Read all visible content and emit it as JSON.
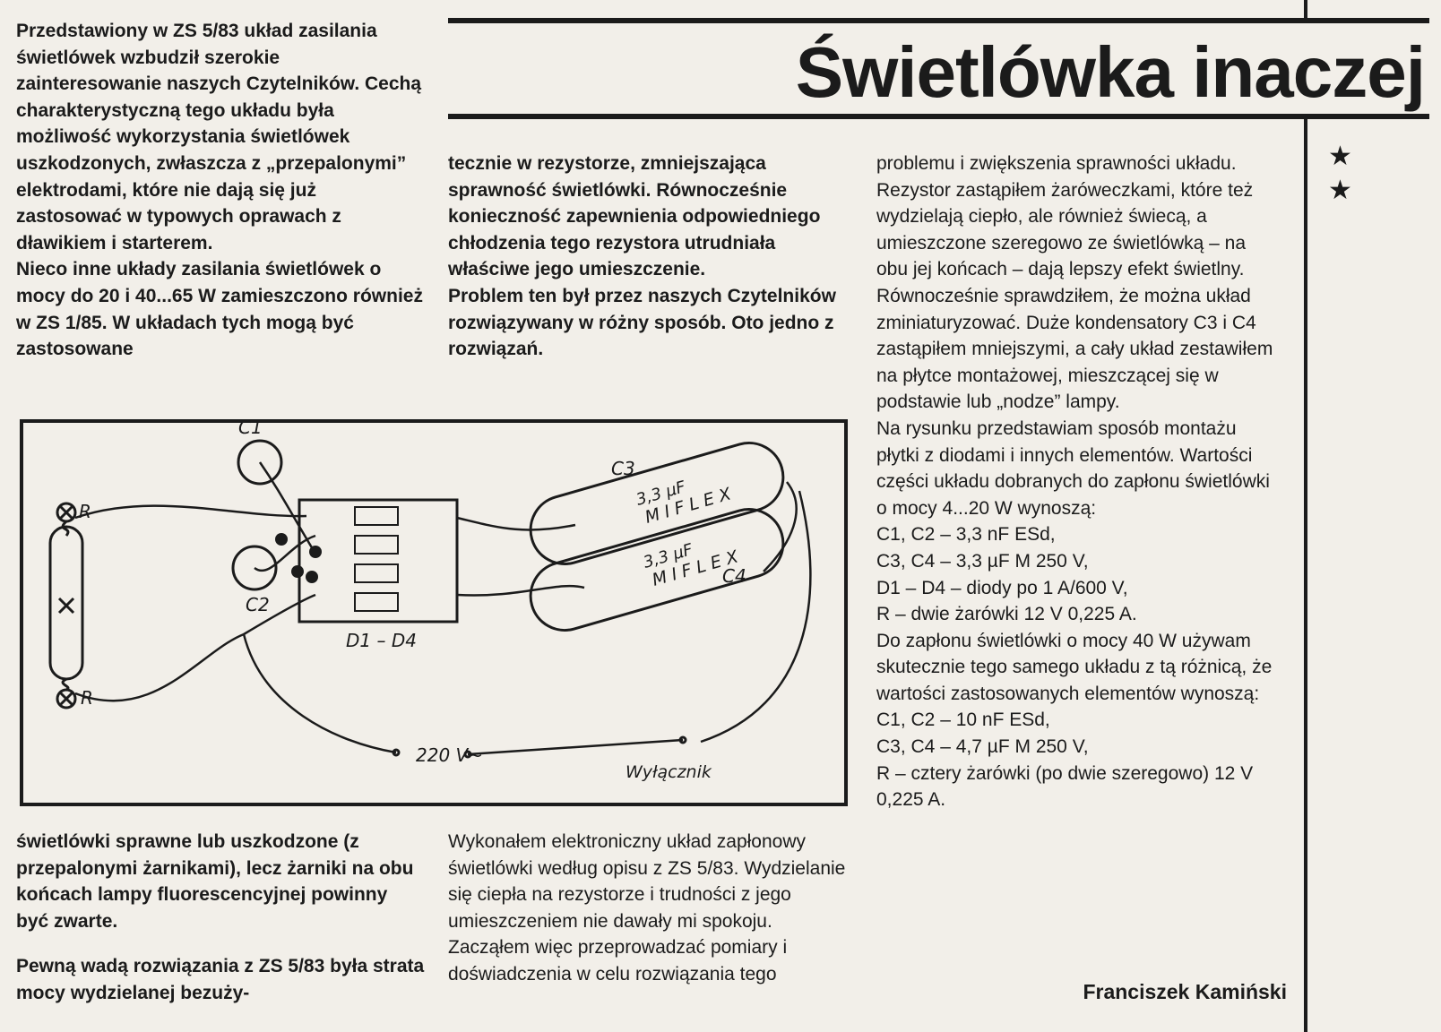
{
  "article": {
    "title": "Świetlówka inaczej",
    "author": "Franciszek Kamiński",
    "col1_top": "Przedstawiony w ZS 5/83 układ zasilania świetlówek wzbudził szerokie zainteresowanie naszych Czytelników. Cechą charakterystyczną tego układu była możliwość wykorzystania świetlówek uszkodzonych, zwłaszcza z „przepalonymi” elektrodami, które nie dają się już zastosować w typowych oprawach z dławikiem i starterem.\nNieco inne układy zasilania świetlówek o mocy do 20 i 40...65 W zamieszczono również w ZS 1/85. W układach tych mogą być zastosowane",
    "col2_top": "tecznie w rezystorze, zmniejszająca sprawność świetlówki. Równocześnie konieczność zapewnienia odpowiedniego chłodzenia tego rezystora utrudniała właściwe jego umieszczenie.\nProblem ten był przez naszych Czytelników rozwiązywany w różny sposób. Oto jedno z rozwiązań.",
    "col1_bottom_a": "świetlówki sprawne lub uszkodzone (z przepalonymi żarnikami), lecz żarniki na obu końcach lampy fluorescencyjnej powinny być zwarte.",
    "col1_bottom_b": "Pewną wadą rozwiązania z ZS 5/83 była strata mocy wydzielanej bezuży-",
    "col2_bottom": "Wykonałem elektroniczny układ zapłonowy świetlówki według opisu z ZS 5/83. Wydzielanie się ciepła na rezystorze i trudności z jego umieszczeniem nie dawały mi spokoju. Zacząłem więc przeprowadzać pomiary i doświadczenia w celu rozwiązania tego",
    "col3": "problemu i zwiększenia sprawności układu.\nRezystor zastąpiłem żaróweczkami, które też wydzielają ciepło, ale również świecą, a umieszczone szeregowo ze świetlówką – na obu jej końcach – dają lepszy efekt świetlny.\nRównocześnie sprawdziłem, że można układ zminiaturyzować. Duże kondensatory C3 i C4 zastąpiłem mniejszymi, a cały układ zestawiłem na płytce montażowej, mieszczącej się w podstawie lub „nodze” lampy.\nNa rysunku przedstawiam sposób montażu płytki z diodami i innych elementów. Wartości części układu dobranych do zapłonu świetlówki o mocy 4...20 W wynoszą:\nC1, C2 – 3,3 nF ESd,\nC3, C4 – 3,3 µF M 250 V,\nD1 – D4 – diody po 1 A/600 V,\nR – dwie żarówki 12 V 0,225 A.\nDo zapłonu świetlówki o mocy 40 W używam skutecznie tego samego układu z tą różnicą, że wartości zastosowanych elementów wynoszą:\nC1, C2 – 10 nF ESd,\nC3, C4 – 4,7 µF M 250 V,\nR – cztery żarówki (po dwie szeregowo) 12 V 0,225 A."
  },
  "figure": {
    "labels": {
      "c1": "C1",
      "c2": "C2",
      "c3": "C3",
      "c4": "C4",
      "r_top": "R",
      "r_bottom": "R",
      "diodes": "D1 – D4",
      "supply": "220 V~",
      "switch": "Wyłącznik",
      "cap_value_1": "3,3 µF",
      "cap_brand_1": "MIFLEX",
      "cap_value_2": "3,3 µF",
      "cap_brand_2": "MIFLEX"
    }
  },
  "decor": {
    "star_1": "★",
    "star_2": "★"
  },
  "colors": {
    "paper": "#f2efe9",
    "ink": "#1b1b1b"
  }
}
